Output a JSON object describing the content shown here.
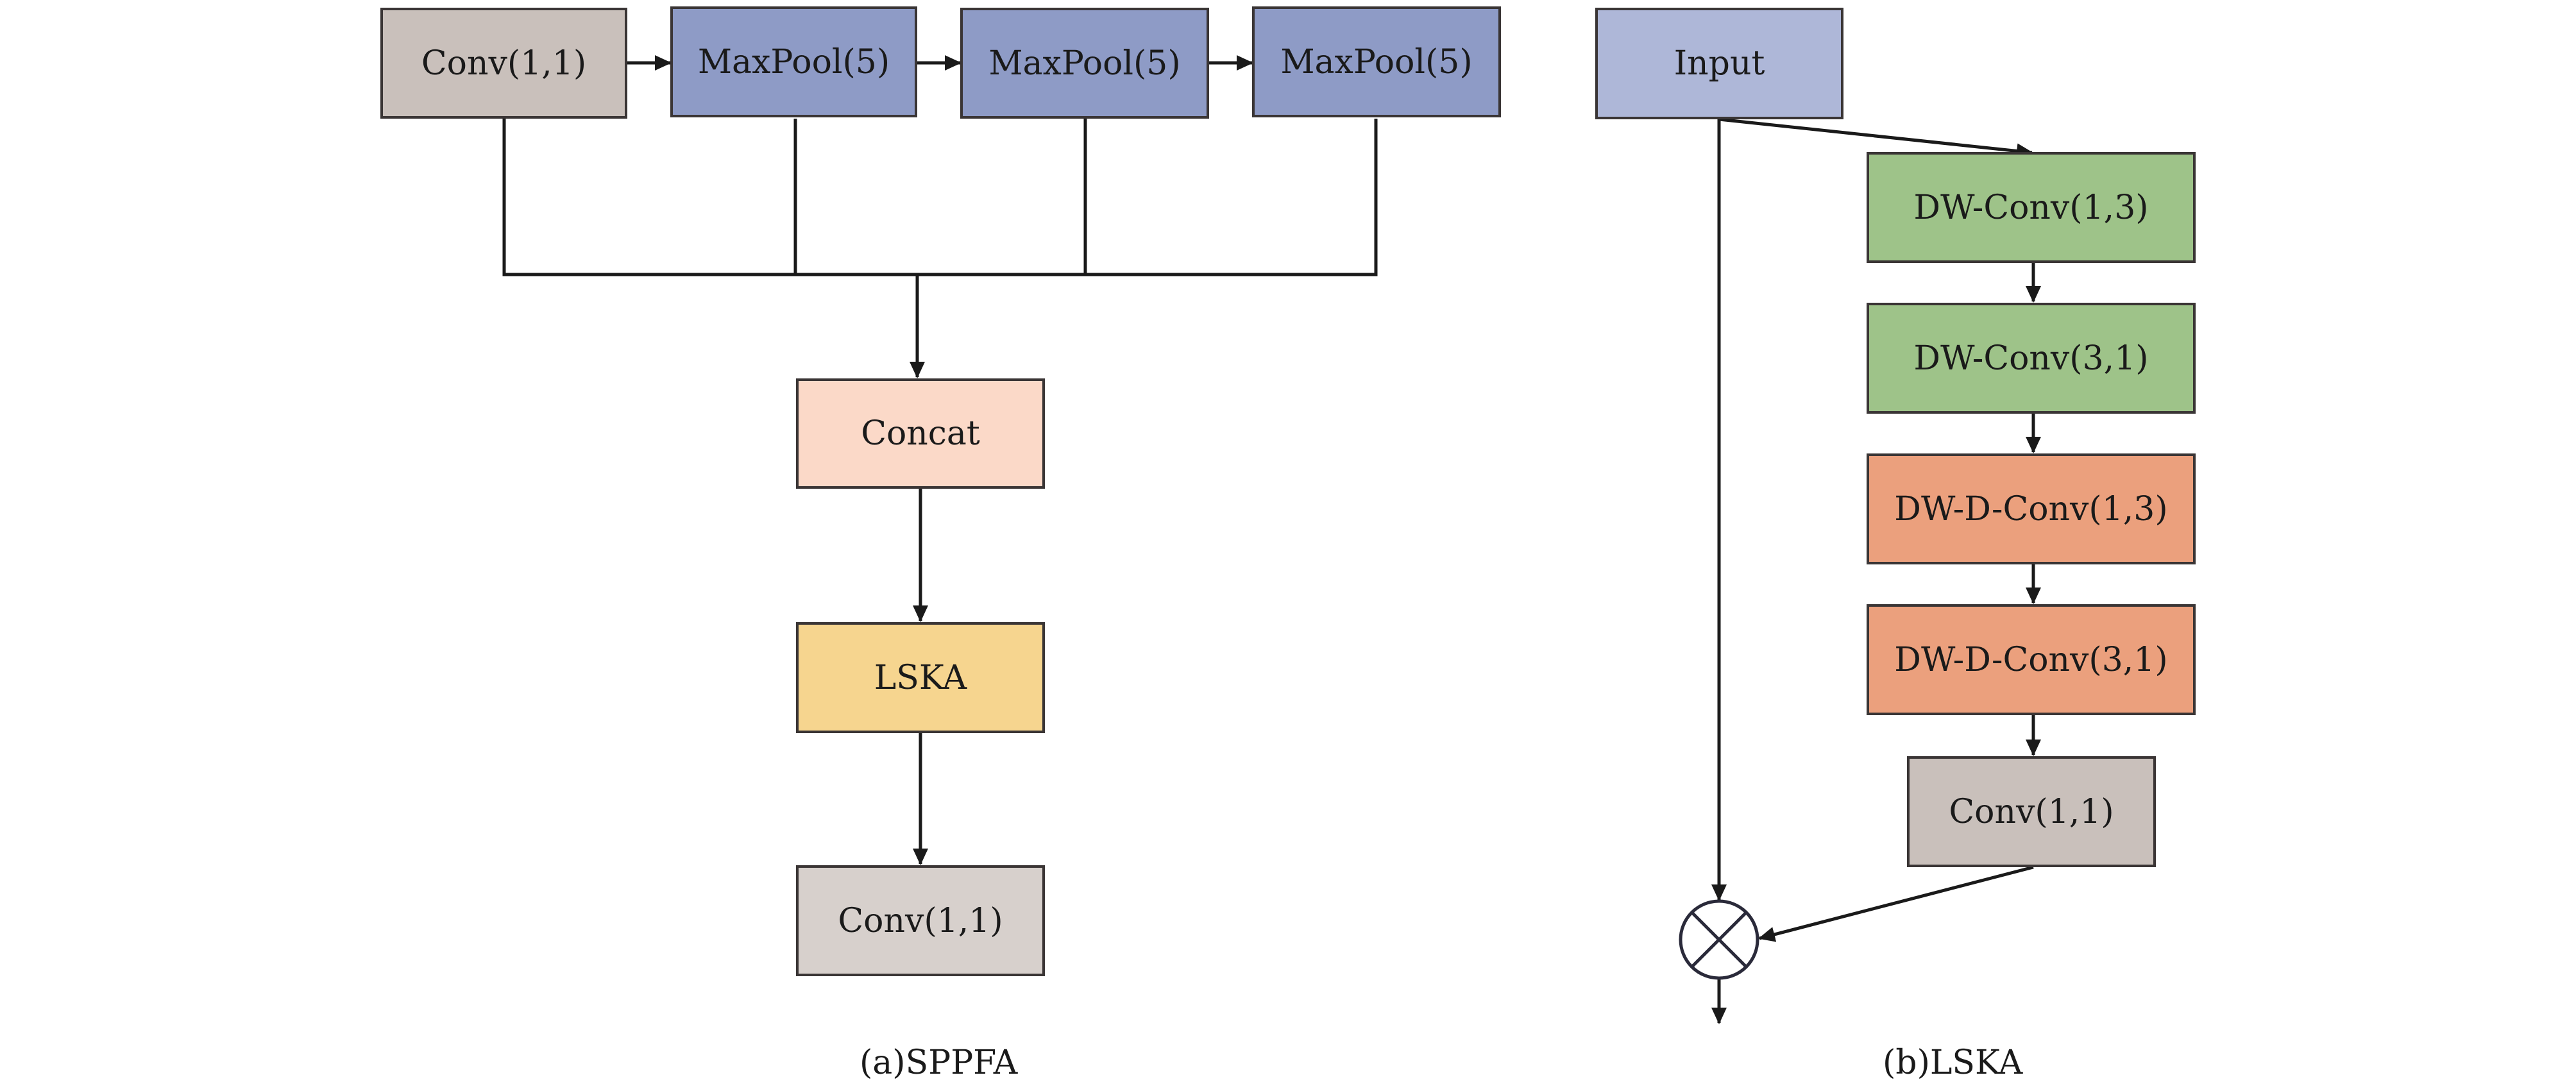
{
  "sppfa": {
    "conv_top": "Conv(1,1)",
    "maxpool_1": "MaxPool(5)",
    "maxpool_2": "MaxPool(5)",
    "maxpool_3": "MaxPool(5)",
    "concat": "Concat",
    "lska": "LSKA",
    "conv_bottom": "Conv(1,1)",
    "caption": "(a)SPPFA"
  },
  "lska": {
    "input": "Input",
    "dw_conv_1_3": "DW-Conv(1,3)",
    "dw_conv_3_1": "DW-Conv(3,1)",
    "dw_d_conv_1_3": "DW-D-Conv(1,3)",
    "dw_d_conv_3_1": "DW-D-Conv(3,1)",
    "conv": "Conv(1,1)",
    "caption": "(b)LSKA"
  },
  "colors": {
    "conv": "#c9c0bb",
    "conv_bottom": "#d7d0cc",
    "maxpool": "#8e9bc6",
    "concat": "#fbd9c8",
    "lska": "#f6d58f",
    "input": "#aeb7d8",
    "dw_conv": "#9ec389",
    "dw_d_conv": "#eba07d",
    "line": "#1a1a1a"
  }
}
